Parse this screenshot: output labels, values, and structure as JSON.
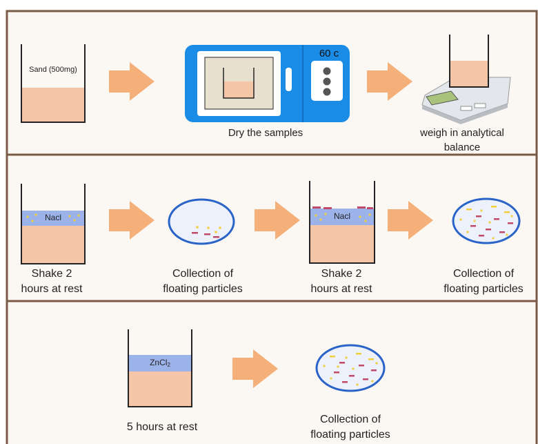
{
  "colors": {
    "background": "#fbf8f3",
    "frame": "#7a5a46",
    "sand": "#f5c5a8",
    "solution": "#9cb3ea",
    "arrow": "#f5b07a",
    "oven_blue": "#1b8ce6",
    "oven_window": "#e8e0cf",
    "particle_yellow": "#f1cf3c",
    "particle_red": "#c04a67",
    "dish_fill": "#ecf1fb",
    "dish_rim": "#2a63c8",
    "balance_body": "#e3e6ea",
    "balance_display": "#a9c27c"
  },
  "icons": [
    "beaker-icon",
    "arrow-right-icon",
    "oven-icon",
    "analytical-balance-icon",
    "petri-dish-icon"
  ],
  "row1": {
    "beaker_label": "Sand (500mg)",
    "oven_temp": "60 c",
    "caption_dry": "Dry the samples",
    "caption_weigh_1": "weigh in analytical",
    "caption_weigh_2": "balance"
  },
  "row2": {
    "solution_label_1": "Nacl",
    "solution_label_2": "Nacl",
    "caption_shake_1a": "Shake 2",
    "caption_shake_1b": "hours at rest",
    "caption_collect_1a": "Collection of",
    "caption_collect_1b": "floating particles",
    "caption_shake_2a": "Shake 2",
    "caption_shake_2b": "hours at rest",
    "caption_collect_2a": "Collection of",
    "caption_collect_2b": "floating particles"
  },
  "row3": {
    "solution_label_main": "ZnCl",
    "solution_label_sub": "2",
    "caption_rest": "5 hours at rest",
    "caption_collect_a": "Collection of",
    "caption_collect_b": "floating particles"
  }
}
